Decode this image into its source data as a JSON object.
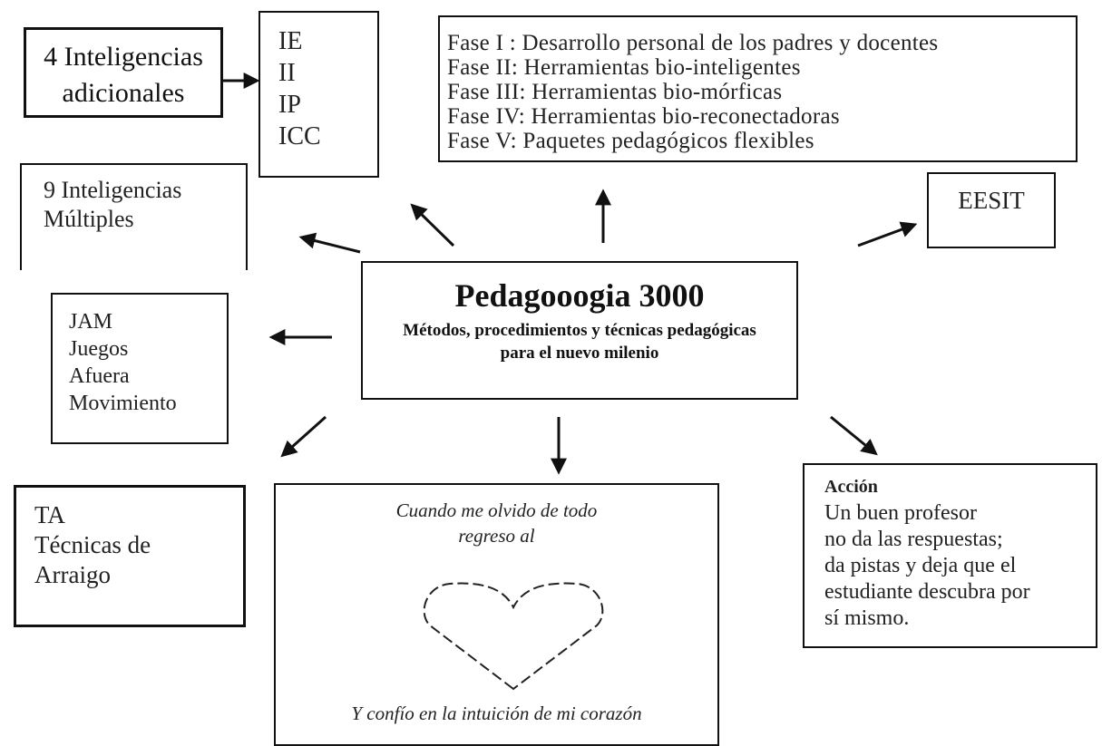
{
  "adicionales": {
    "lines": [
      "4 Inteligencias",
      "adicionales"
    ]
  },
  "ie_list": {
    "lines": [
      "IE",
      "II",
      "IP",
      "ICC"
    ]
  },
  "fases": {
    "lines": [
      "Fase I :  Desarrollo personal de los padres y docentes",
      "Fase II:  Herramientas bio-inteligentes",
      "Fase III: Herramientas bio-mórficas",
      "Fase IV: Herramientas bio-reconectadoras",
      "Fase V:  Paquetes pedagógicos flexibles"
    ]
  },
  "nueve": {
    "lines": [
      "9 Inteligencias",
      "Múltiples"
    ]
  },
  "eesit": {
    "label": "EESIT"
  },
  "central": {
    "title": "Pedagooogia 3000",
    "subtitle_lines": [
      "Métodos, procedimientos y técnicas pedagógicas",
      "para el nuevo milenio"
    ]
  },
  "jam": {
    "lines": [
      "JAM",
      "Juegos",
      "Afuera",
      "Movimiento"
    ]
  },
  "ta": {
    "lines": [
      "TA",
      "Técnicas de",
      "Arraigo"
    ]
  },
  "heart_box": {
    "top_lines": [
      "Cuando me olvido de todo",
      "regreso al"
    ],
    "bottom_line": "Y confío en la intuición de mi corazón"
  },
  "accion": {
    "heading": "Acción",
    "lines": [
      "Un buen profesor",
      "no da las respuestas;",
      "da pistas y deja que el",
      "estudiante descubra por",
      "sí mismo."
    ]
  },
  "colors": {
    "ink": "#111111",
    "background": "#ffffff"
  }
}
